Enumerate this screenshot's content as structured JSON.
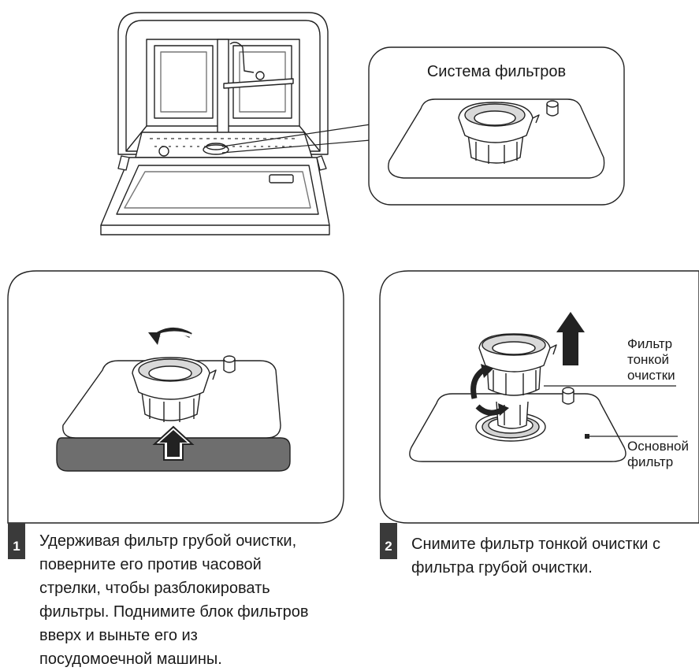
{
  "callout": {
    "title": "Система фильтров"
  },
  "steps": [
    {
      "number": "1",
      "text": "Удерживая фильтр грубой очистки,\nповерните его против часовой\nстрелки, чтобы разблокировать\nфильтры. Поднимите блок фильтров\nвверх и выньте его из\nпосудомоечной машины."
    },
    {
      "number": "2",
      "text": "Снимите фильтр тонкой очистки с\nфильтра грубой очистки."
    }
  ],
  "labels": {
    "fine_filter_l1": "Фильтр",
    "fine_filter_l2": "тонкой",
    "fine_filter_l3": "очистки",
    "main_filter_l1": "Основной",
    "main_filter_l2": "фильтр"
  }
}
